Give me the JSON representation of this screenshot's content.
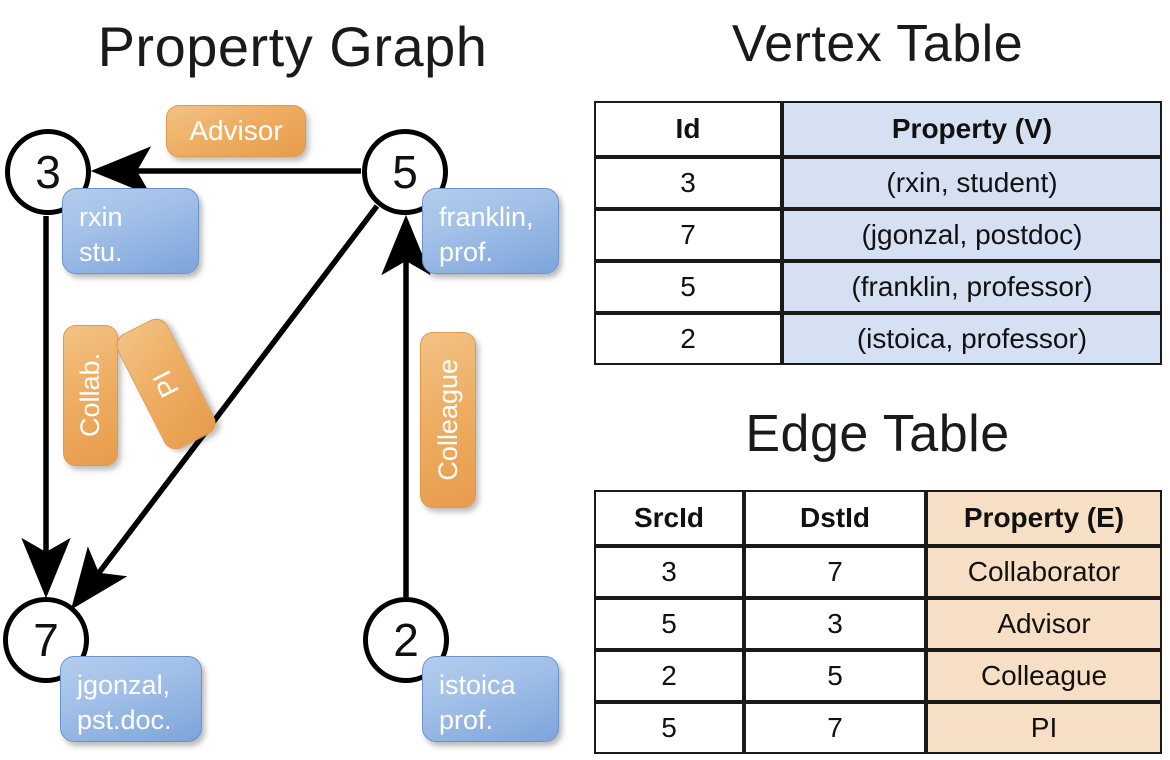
{
  "panels": {
    "graph_title": "Property Graph",
    "vertex_title": "Vertex Table",
    "edge_title": "Edge Table"
  },
  "graph": {
    "nodes": [
      {
        "id": "3",
        "name": "rxin",
        "role": "stu.",
        "label_lines": "rxin\nstu."
      },
      {
        "id": "5",
        "name": "franklin",
        "role": "prof.",
        "label_lines": "franklin,\nprof."
      },
      {
        "id": "7",
        "name": "jgonzal",
        "role": "pst.doc.",
        "label_lines": "jgonzal,\npst.doc."
      },
      {
        "id": "2",
        "name": "istoica",
        "role": "prof.",
        "label_lines": "istoica\nprof."
      }
    ],
    "edges": [
      {
        "src": "5",
        "dst": "3",
        "label": "Advisor",
        "direction": "right-to-left"
      },
      {
        "src": "3",
        "dst": "7",
        "label": "Collab.",
        "direction": "top-to-bottom"
      },
      {
        "src": "5",
        "dst": "7",
        "label": "PI",
        "direction": "diagonal"
      },
      {
        "src": "2",
        "dst": "5",
        "label": "Colleague",
        "direction": "bottom-to-top"
      }
    ],
    "colors": {
      "node_stroke": "#000000",
      "node_fill": "#ffffff",
      "vertex_label_fill": "#a2c0e8",
      "edge_label_fill": "#eeae64",
      "edge_line": "#000000"
    }
  },
  "vertex_table": {
    "headers": [
      "Id",
      "Property (V)"
    ],
    "rows": [
      {
        "id": "3",
        "property": "(rxin, student)"
      },
      {
        "id": "7",
        "property": "(jgonzal, postdoc)"
      },
      {
        "id": "5",
        "property": "(franklin, professor)"
      },
      {
        "id": "2",
        "property": "(istoica, professor)"
      }
    ],
    "property_column_color": "#d5e1f2"
  },
  "edge_table": {
    "headers": [
      "SrcId",
      "DstId",
      "Property (E)"
    ],
    "rows": [
      {
        "src": "3",
        "dst": "7",
        "property": "Collaborator"
      },
      {
        "src": "5",
        "dst": "3",
        "property": "Advisor"
      },
      {
        "src": "2",
        "dst": "5",
        "property": "Colleague"
      },
      {
        "src": "5",
        "dst": "7",
        "property": "PI"
      }
    ],
    "property_column_color": "#f7dfc6"
  }
}
